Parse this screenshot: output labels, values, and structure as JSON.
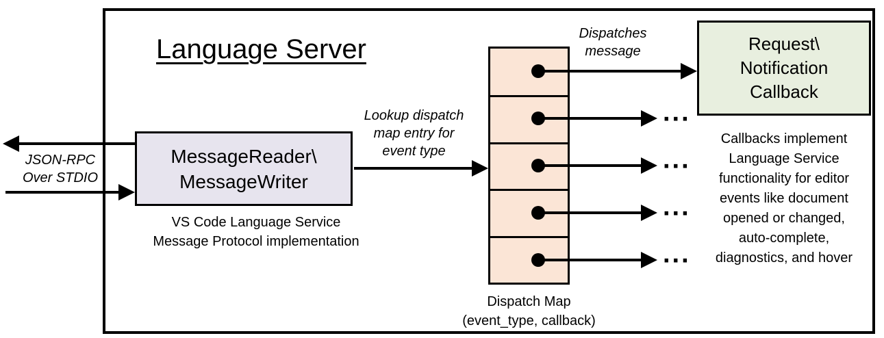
{
  "colors": {
    "lavender": "#E7E4EE",
    "peach": "#FBE5D6",
    "green": "#E8EFDF",
    "line": "#000000"
  },
  "title": "Language Server",
  "io": {
    "line1": "JSON-RPC",
    "line2": "Over STDIO"
  },
  "message_box": {
    "line1": "MessageReader\\",
    "line2": "MessageWriter"
  },
  "message_caption": {
    "line1": "VS Code Language Service",
    "line2": "Message Protocol implementation"
  },
  "lookup_label": {
    "line1": "Lookup dispatch",
    "line2": "map entry for",
    "line3": "event type"
  },
  "dispatches_label": {
    "line1": "Dispatches",
    "line2": "message"
  },
  "dispatch_map": {
    "ellipsis": "...",
    "caption_line1": "Dispatch Map",
    "caption_line2": "(event_type, callback)"
  },
  "callback_box": {
    "line1": "Request\\",
    "line2": "Notification",
    "line3": "Callback"
  },
  "callback_caption": {
    "line1": "Callbacks implement",
    "line2": "Language Service",
    "line3": "functionality for editor",
    "line4": "events like document",
    "line5": "opened or changed,",
    "line6": "auto-complete,",
    "line7": "diagnostics, and hover"
  }
}
